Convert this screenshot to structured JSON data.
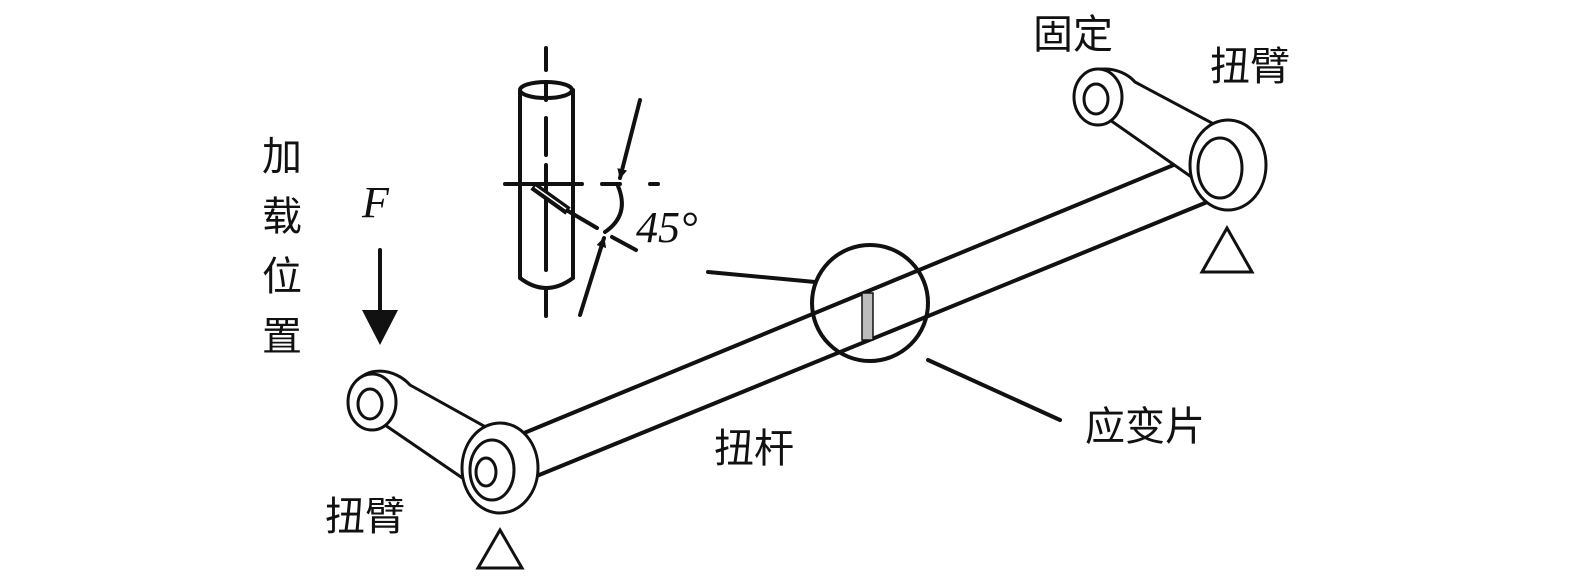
{
  "labels": {
    "fixed": "固定",
    "arm_right": "扭臂",
    "load_position": [
      "加",
      "载",
      "位",
      "置"
    ],
    "force": "F",
    "angle": "45°",
    "torsion_bar": "扭杆",
    "strain_gauge": "应变片",
    "arm_left": "扭臂"
  },
  "colors": {
    "line": "#111111",
    "gauge_fill": "#bdbdbd"
  }
}
